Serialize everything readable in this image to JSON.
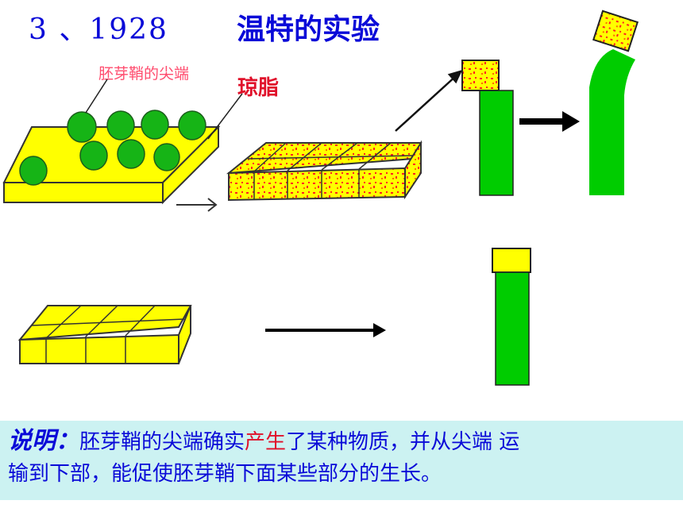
{
  "title": {
    "number": "3 、1928",
    "name": "温特的实验"
  },
  "labels": {
    "tip": "胚芽鞘的尖端",
    "agar": "琼脂"
  },
  "note": {
    "heading": "说明：",
    "part1": "胚芽鞘的尖端确实",
    "highlight": "产生",
    "part2": "了某种物质，并从尖端 运",
    "line2": "输到下部，能促使胚芽鞘下面某些部分的生长。"
  },
  "colors": {
    "title": "#0a0ad8",
    "agar_yellow": "#ffff00",
    "plant_green": "#00cc00",
    "substance_red": "#ff2020",
    "note_background": "#ccf2f2"
  }
}
